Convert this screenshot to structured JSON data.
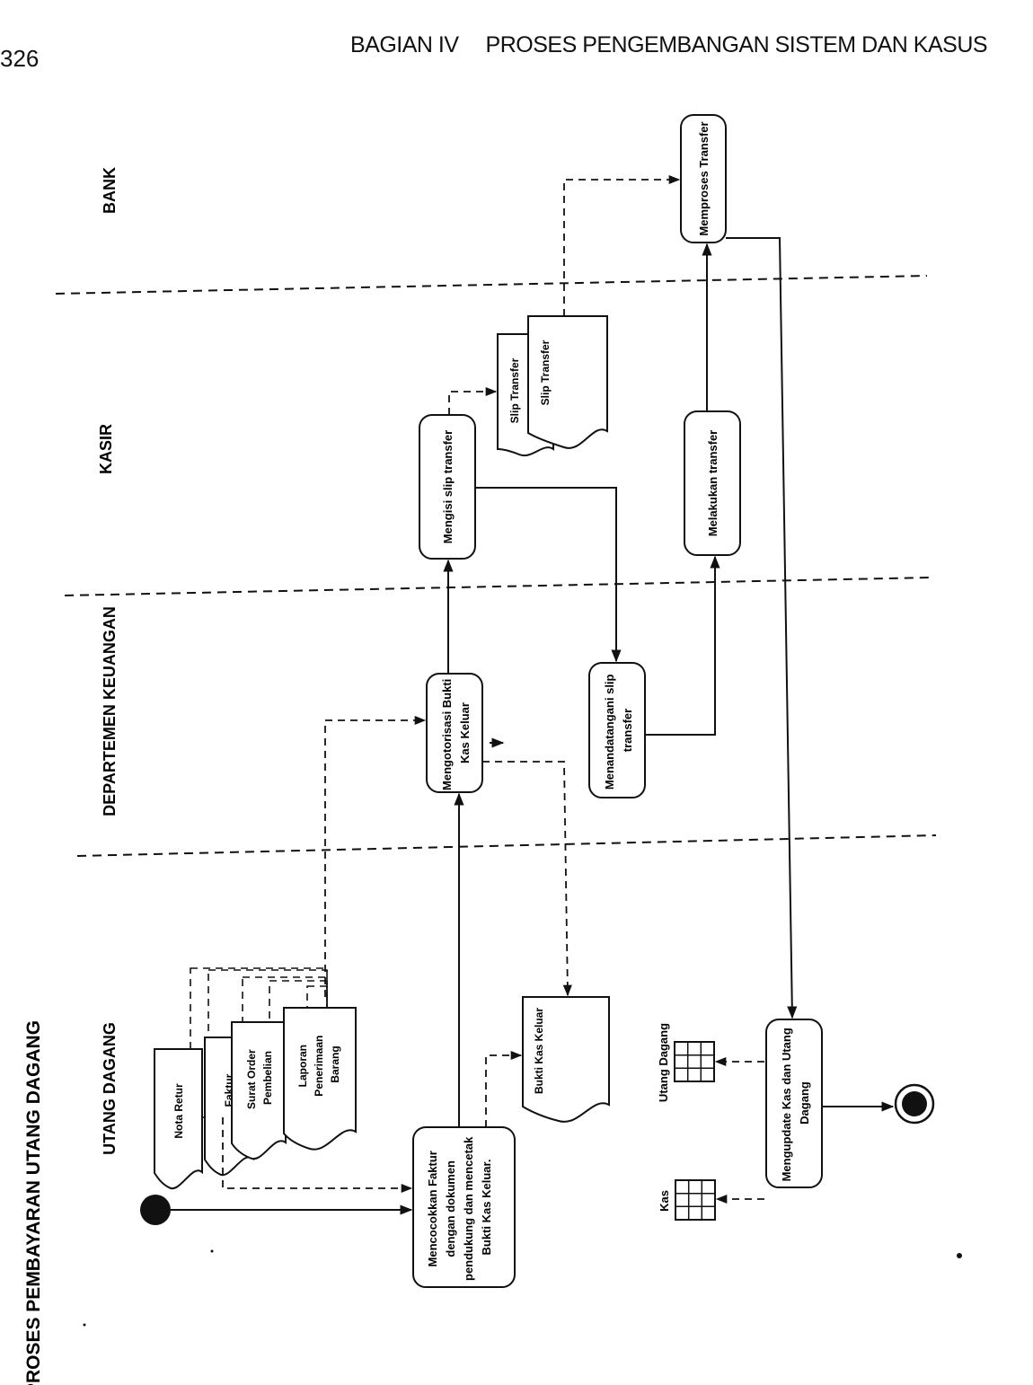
{
  "page": {
    "number": "326",
    "header_part": "BAGIAN IV",
    "header_title": "PROSES PENGEMBANGAN SISTEM DAN KASUS"
  },
  "diagram": {
    "title": "PROSES PEMBAYARAN UTANG DAGANG",
    "lanes": {
      "bank": "BANK",
      "kasir": "KASIR",
      "keuangan": "DEPARTEMEN KEUANGAN",
      "utang": "UTANG DAGANG"
    },
    "activities": {
      "mencocokkan": [
        "Mencocokkan Faktur",
        "dengan dokumen",
        "pendukung dan mencetak",
        "Bukti Kas Keluar."
      ],
      "mengotorisasi": [
        "Mengotorisasi Bukti",
        "Kas Keluar"
      ],
      "mengisi_slip": [
        "Mengisi slip transfer"
      ],
      "menandatangani": [
        "Menandatangani slip",
        "transfer"
      ],
      "melakukan_transfer": [
        "Melakukan transfer"
      ],
      "memproses_transfer": [
        "Memproses Transfer"
      ],
      "mengupdate": [
        "Mengupdate Kas dan Utang",
        "Dagang"
      ]
    },
    "documents": {
      "nota_retur": [
        "Nota Retur"
      ],
      "faktur": [
        "Faktur"
      ],
      "surat_order": [
        "Surat Order",
        "Pembelian"
      ],
      "laporan": [
        "Laporan",
        "Penerimaan",
        "Barang"
      ],
      "bukti_kas": [
        "Bukti Kas Keluar"
      ],
      "slip_back": [
        "Slip Transfer"
      ],
      "slip_front": [
        "Slip Transfer"
      ]
    },
    "stores": {
      "kas": "Kas",
      "utang_dagang": "Utang Dagang"
    }
  }
}
